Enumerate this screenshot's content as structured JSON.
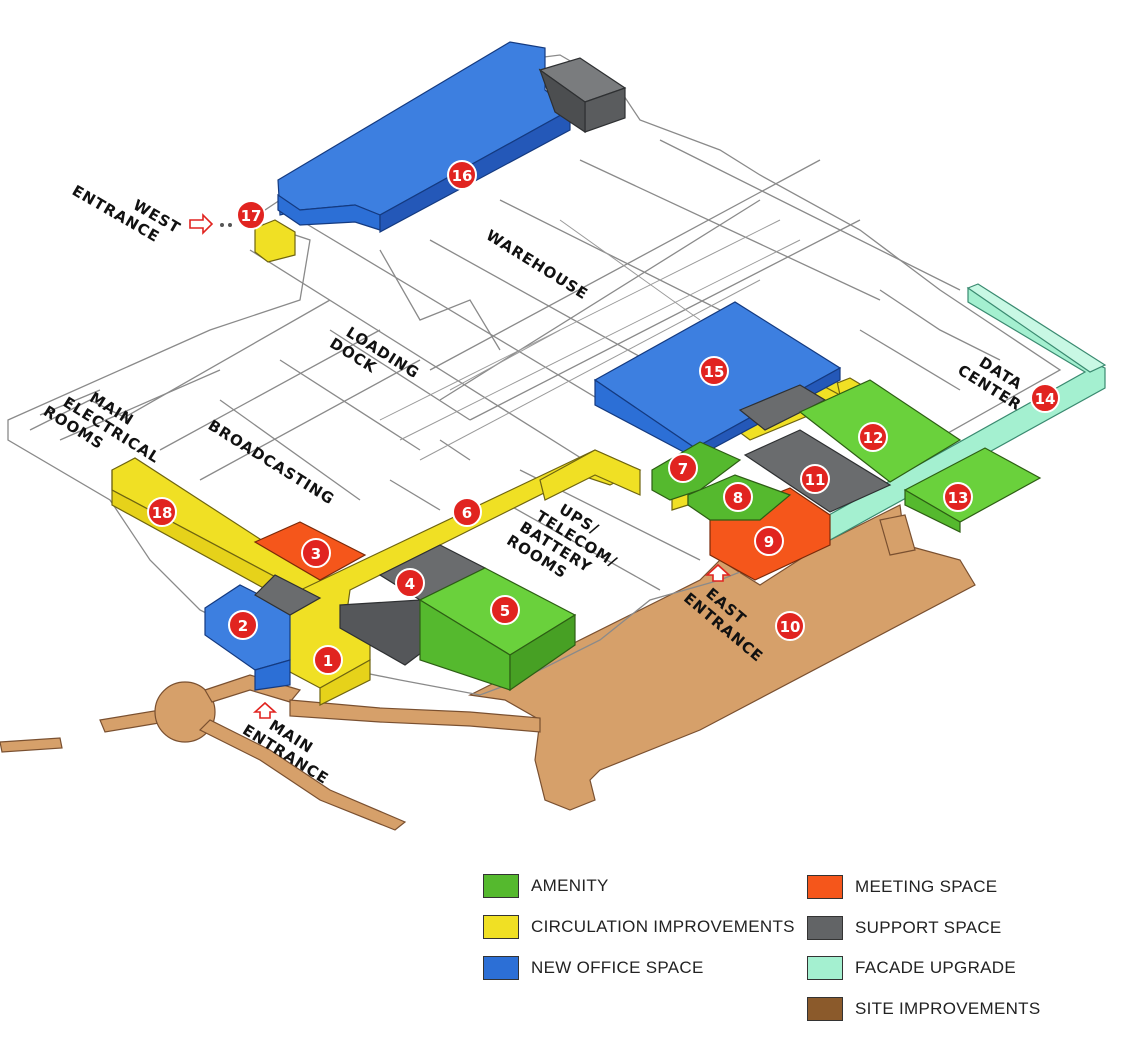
{
  "colors": {
    "amenity": "#55b92e",
    "circulation": "#f0e024",
    "office": "#2c6fd6",
    "meeting": "#f5561b",
    "support": "#626466",
    "facade": "#a4f0d0",
    "site": "#d6a06a",
    "marker": "#e12420"
  },
  "labels": {
    "west_entrance": "WEST\nENTRANCE",
    "warehouse": "WAREHOUSE",
    "loading_dock": "LOADING\nDOCK",
    "main_electrical": "MAIN\nELECTRICAL\nROOMS",
    "broadcasting": "BROADCASTING",
    "ups_rooms": "UPS/\nTELECOM/\nBATTERY\nROOMS",
    "data_center": "DATA\nCENTER",
    "east_entrance": "EAST\nENTRANCE",
    "main_entrance": "MAIN\nENTRANCE"
  },
  "markers": [
    "1",
    "2",
    "3",
    "4",
    "5",
    "6",
    "7",
    "8",
    "9",
    "10",
    "11",
    "12",
    "13",
    "14",
    "15",
    "16",
    "17",
    "18"
  ],
  "legend": [
    {
      "label": "AMENITY",
      "color": "#55b92e"
    },
    {
      "label": "CIRCULATION IMPROVEMENTS",
      "color": "#f0e024"
    },
    {
      "label": "NEW OFFICE SPACE",
      "color": "#2c6fd6"
    },
    {
      "label": "MEETING SPACE",
      "color": "#f5561b"
    },
    {
      "label": "SUPPORT SPACE",
      "color": "#626466"
    },
    {
      "label": "FACADE UPGRADE",
      "color": "#a4f0d0"
    },
    {
      "label": "SITE IMPROVEMENTS",
      "color": "#8b5a2b"
    }
  ]
}
